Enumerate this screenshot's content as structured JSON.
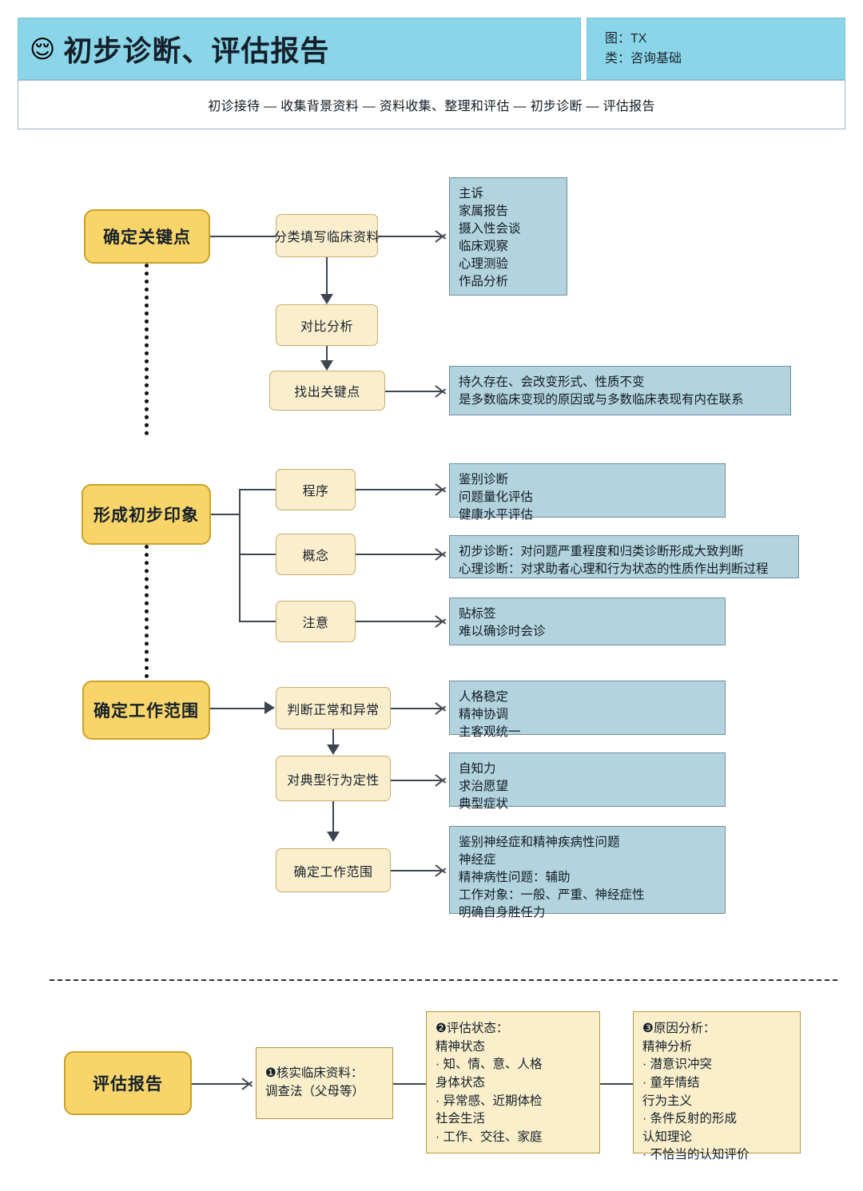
{
  "header": {
    "emoji_icon": "relieved-face",
    "emoji": "😌",
    "title": "初步诊断、评估报告",
    "meta_line1": "图：TX",
    "meta_line2": "类：咨询基础",
    "breadcrumb": "初诊接待 — 收集背景资料 — 资料收集、整理和评估 — 初步诊断 — 评估报告",
    "colors": {
      "header_bg": "#8ad6e8",
      "accent_yellow": "#f8d469",
      "info_blue": "#b3d4df",
      "card_cream": "#faeecb"
    }
  },
  "sections": [
    {
      "id": "key-point",
      "main": "确定关键点",
      "steps": [
        {
          "label": "分类填写临床资料",
          "info": "主诉\n家属报告\n摄入性会谈\n临床观察\n心理测验\n作品分析"
        },
        {
          "label": "对比分析",
          "info": ""
        },
        {
          "label": "找出关键点",
          "info": "持久存在、会改变形式、性质不变\n是多数临床变现的原因或与多数临床表现有内在联系"
        }
      ]
    },
    {
      "id": "first-impression",
      "main": "形成初步印象",
      "steps": [
        {
          "label": "程序",
          "info": "鉴别诊断\n问题量化评估\n健康水平评估"
        },
        {
          "label": "概念",
          "info": "初步诊断：对问题严重程度和归类诊断形成大致判断\n心理诊断：对求助者心理和行为状态的性质作出判断过程"
        },
        {
          "label": "注意",
          "info": "贴标签\n难以确诊时会诊"
        }
      ]
    },
    {
      "id": "work-scope",
      "main": "确定工作范围",
      "steps": [
        {
          "label": "判断正常和异常",
          "info": "人格稳定\n精神协调\n主客观统一"
        },
        {
          "label": "对典型行为定性",
          "info": "自知力\n求治愿望\n典型症状"
        },
        {
          "label": "确定工作范围",
          "info": "鉴别神经症和精神疾病性问题\n神经症\n精神病性问题：辅助\n工作对象：一般、严重、神经症性\n明确自身胜任力"
        }
      ]
    }
  ],
  "report": {
    "main": "评估报告",
    "card1": "❶核实临床资料：\n调查法（父母等）",
    "card2": "❷评估状态：\n精神状态\n· 知、情、意、人格\n身体状态\n· 异常感、近期体检\n社会生活\n· 工作、交往、家庭",
    "card3": "❸原因分析：\n精神分析\n· 潜意识冲突\n· 童年情结\n行为主义\n· 条件反射的形成\n认知理论\n· 不恰当的认知评价"
  }
}
